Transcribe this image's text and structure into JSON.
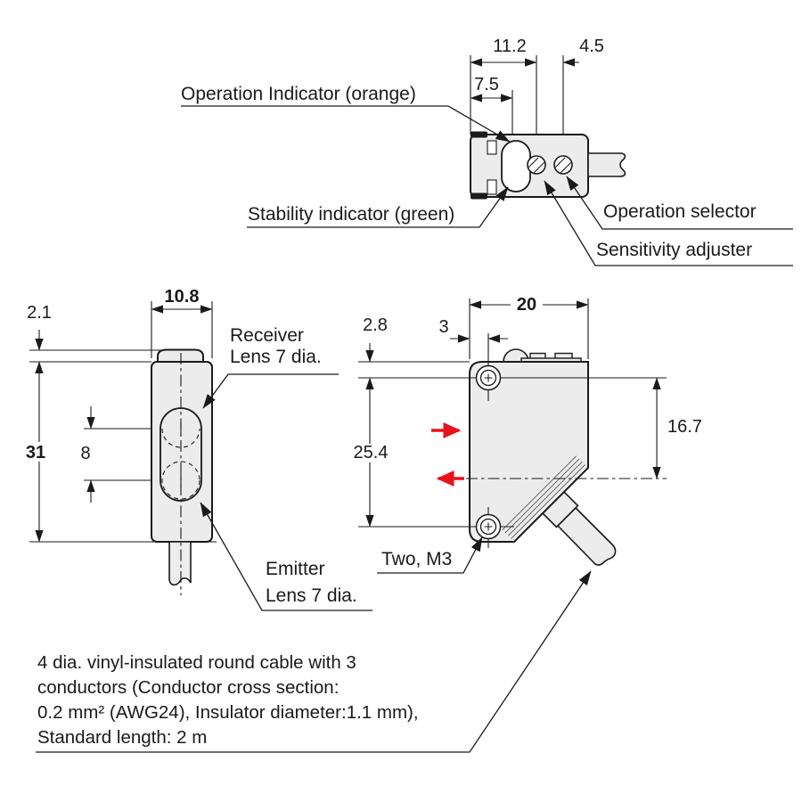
{
  "top_view": {
    "dim_body_to_adjuster": "11.2",
    "dim_adjuster_spacing": "4.5",
    "dim_indicator_offset": "7.5",
    "label_operation_indicator": "Operation Indicator (orange)",
    "label_stability_indicator": "Stability indicator (green)",
    "label_operation_selector": "Operation selector",
    "label_sensitivity_adjuster": "Sensitivity adjuster"
  },
  "side_view": {
    "dim_width": "10.8",
    "dim_lens_protrusion": "2.1",
    "dim_height": "31",
    "dim_lens_spacing": "8",
    "label_receiver_line1": "Receiver",
    "label_receiver_line2": "Lens 7 dia.",
    "label_emitter_line1": "Emitter",
    "label_emitter_line2": "Lens 7 dia."
  },
  "front_view": {
    "dim_depth": "20",
    "dim_hole_top_offset": "2.8",
    "dim_hole_side_offset": "3",
    "dim_hole_spacing": "25.4",
    "dim_beam_offset": "16.7",
    "label_mounting_holes": "Two, M3"
  },
  "cable_note": {
    "line1": "4 dia. vinyl-insulated round cable with 3",
    "line2": "conductors (Conductor cross section:",
    "line3": "0.2 mm² (AWG24), Insulator diameter:1.1 mm),",
    "line4": "Standard length: 2 m"
  },
  "colors": {
    "line": "#1a1a1a",
    "body_fill": "#ececec",
    "beam_red": "#e8121d",
    "background": "#ffffff"
  }
}
